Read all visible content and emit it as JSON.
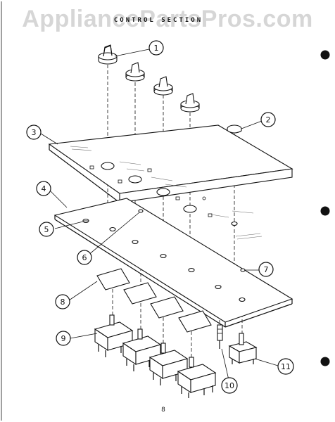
{
  "watermark": "AppliancePartsPros.com",
  "title": "CONTROL SECTION",
  "page_number": "8",
  "callouts": [
    "1",
    "2",
    "3",
    "4",
    "5",
    "6",
    "7",
    "8",
    "9",
    "10",
    "11"
  ]
}
